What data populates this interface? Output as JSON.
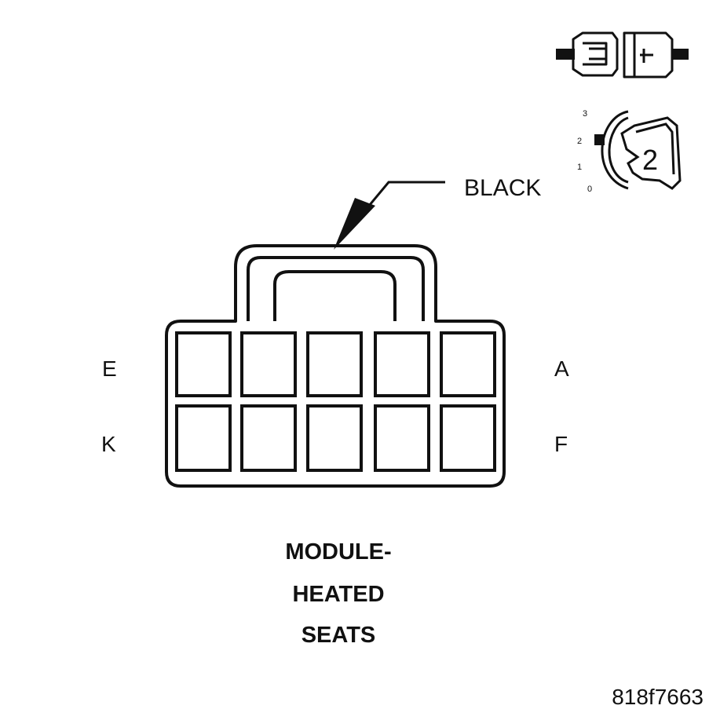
{
  "callout": {
    "label": "BLACK"
  },
  "pins": {
    "top_left": "E",
    "top_right": "A",
    "bottom_left": "K",
    "bottom_right": "F"
  },
  "title": {
    "line1": "MODULE-",
    "line2": "HEATED",
    "line3": "SEATS"
  },
  "figure_id": "818f7663",
  "key_icon": {
    "scale": [
      "3",
      "2",
      "1",
      "0"
    ],
    "number": "2"
  },
  "colors": {
    "ink": "#111111",
    "background": "#ffffff"
  }
}
